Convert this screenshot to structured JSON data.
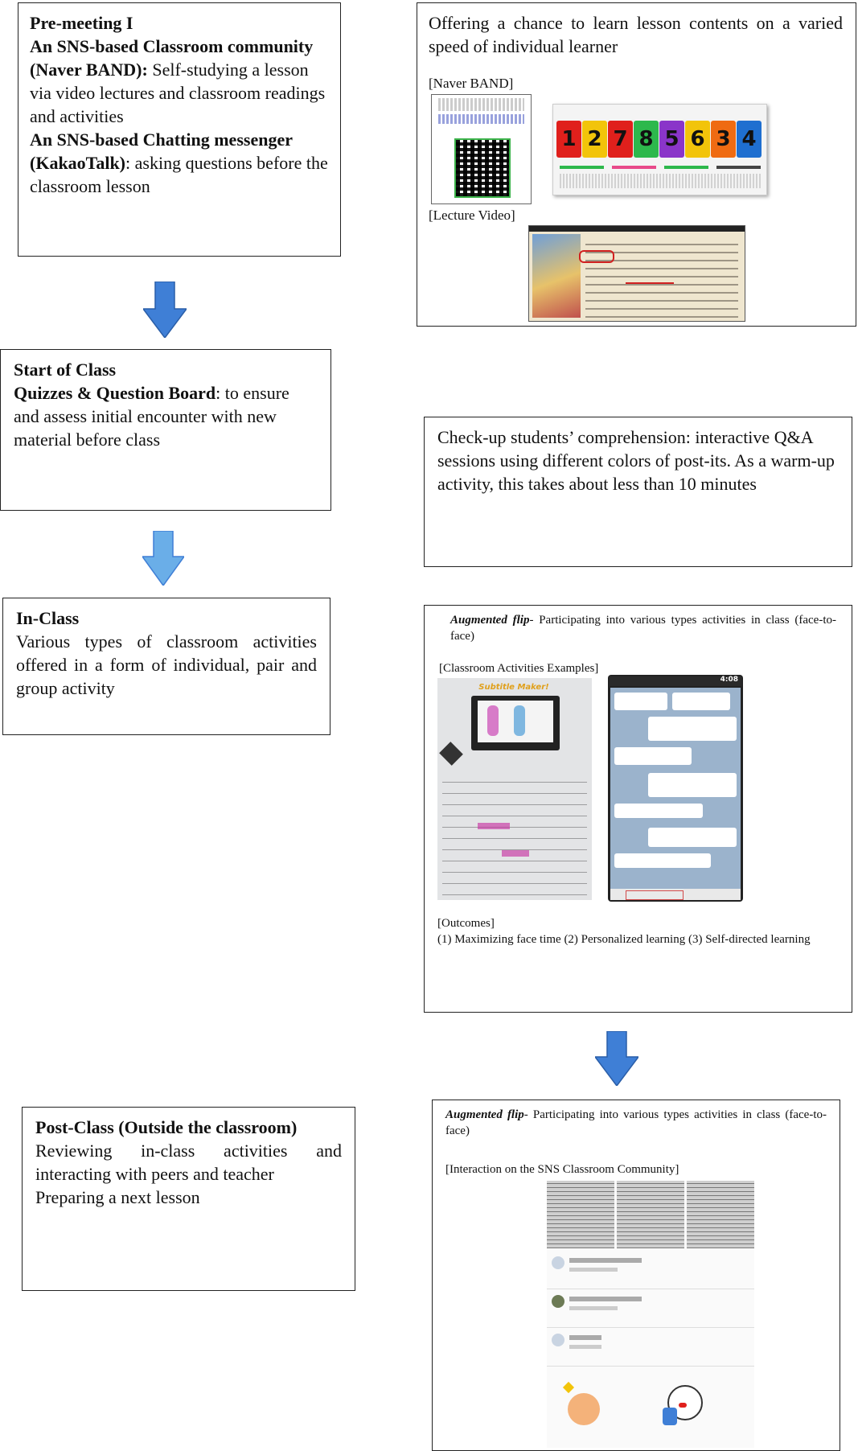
{
  "left": {
    "premeeting": {
      "title": "Pre-meeting I",
      "sns_classroom_label": "An SNS-based Classroom community (Naver BAND):",
      "sns_classroom_text": " Self-studying a lesson via video lectures and classroom readings and activities",
      "sns_chat_label": "An SNS-based Chatting messenger (KakaoTalk)",
      "sns_chat_text": ": asking questions before the classroom lesson"
    },
    "start": {
      "title": "Start of Class",
      "label": "Quizzes & Question Board",
      "text": ": to ensure and assess initial encounter with new material before class"
    },
    "inclass": {
      "title": "In-Class",
      "text": "Various types of classroom activities offered in a form of individual, pair and group activity"
    },
    "postclass": {
      "title": "Post-Class (Outside the classroom)",
      "line1": "Reviewing in-class activities and interacting with peers and teacher",
      "line2": "Preparing a next lesson"
    }
  },
  "right": {
    "offering": {
      "text": "Offering a chance to learn lesson contents on a varied speed of individual learner",
      "band_label": "[Naver BAND]",
      "video_label": "[Lecture Video]",
      "band_numbers": [
        "1",
        "2",
        "7",
        "8",
        "5",
        "6",
        "3",
        "4"
      ],
      "band_colors": [
        "#e0201c",
        "#f2c40a",
        "#e0201c",
        "#2db84c",
        "#8a35c9",
        "#f2c40a",
        "#ef6b12",
        "#1f6fd0"
      ]
    },
    "checkup": {
      "text": "Check-up students’ comprehension: interactive Q&A sessions using different colors of post-its. As a warm-up activity, this takes about less than 10 minutes"
    },
    "augmented1": {
      "lead": "Augmented flip",
      "text": "- Participating into various types activities in class (face-to-face)",
      "examples_label": "[Classroom Activities Examples]",
      "worksheet_title": "Subtitle Maker!",
      "phone_time": "4:08",
      "outcomes_label": "[Outcomes]",
      "outcomes_text": "(1) Maximizing face time (2) Personalized learning (3) Self-directed learning"
    },
    "augmented2": {
      "lead": "Augmented flip",
      "text": "- Participating into various types activities in class (face-to-face)",
      "interaction_label": "[Interaction on the SNS Classroom Community]"
    }
  },
  "colors": {
    "arrow_dark": "#3f7fd6",
    "arrow_light": "#6aaee8",
    "border": "#222222"
  }
}
